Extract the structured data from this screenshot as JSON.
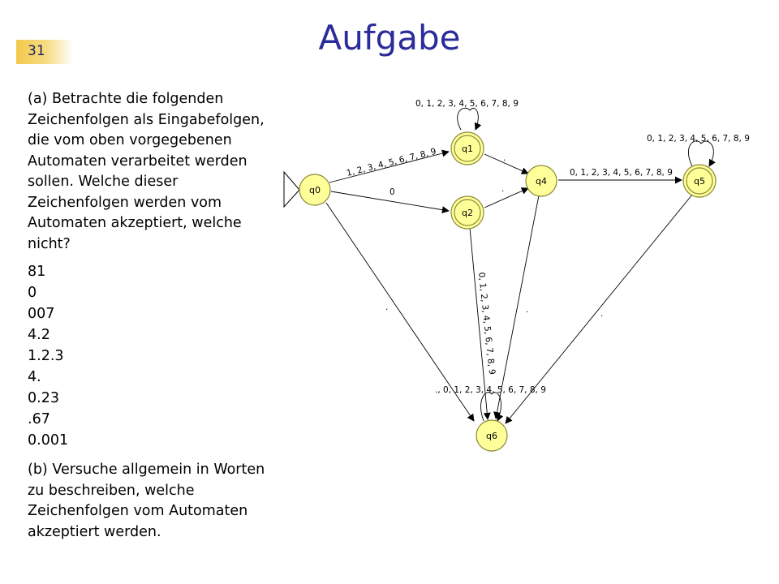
{
  "slide": {
    "number": "31",
    "title": "Aufgabe"
  },
  "task": {
    "part_a": "(a) Betrachte die folgenden Zeichenfolgen als Eingabefolgen, die vom oben vorgegebenen Automaten verarbeitet werden sollen. Welche dieser Zeichenfolgen werden vom Automaten akzeptiert, welche nicht?",
    "strings": [
      "81",
      "0",
      "007",
      "4.2",
      "1.2.3",
      "4.",
      "0.23",
      ".67",
      "0.001"
    ],
    "part_b": "(b) Versuche allgemein in Worten zu beschreiben, welche Zeichenfolgen vom Automaten akzeptiert werden."
  },
  "automaton": {
    "states": [
      "q0",
      "q1",
      "q2",
      "q4",
      "q5",
      "q6"
    ],
    "start_state": "q0",
    "accepting_states": [
      "q1",
      "q2",
      "q5"
    ],
    "state_fill": "#ffff99",
    "state_stroke": "#8a8a3a",
    "transitions": [
      {
        "from": "q0",
        "to": "q1",
        "label": "1, 2, 3, 4, 5, 6, 7, 8, 9"
      },
      {
        "from": "q0",
        "to": "q2",
        "label": "0"
      },
      {
        "from": "q0",
        "to": "q6",
        "label": "."
      },
      {
        "from": "q1",
        "to": "q1",
        "label": "0, 1, 2, 3, 4, 5, 6, 7, 8, 9"
      },
      {
        "from": "q1",
        "to": "q4",
        "label": "."
      },
      {
        "from": "q2",
        "to": "q4",
        "label": "."
      },
      {
        "from": "q2",
        "to": "q6",
        "label": "0, 1, 2, 3, 4, 5, 6, 7, 8, 9"
      },
      {
        "from": "q4",
        "to": "q5",
        "label": "0, 1, 2, 3, 4, 5, 6, 7, 8, 9"
      },
      {
        "from": "q4",
        "to": "q6",
        "label": "."
      },
      {
        "from": "q5",
        "to": "q5",
        "label": "0, 1, 2, 3, 4, 5, 6, 7, 8, 9"
      },
      {
        "from": "q5",
        "to": "q6",
        "label": "."
      },
      {
        "from": "q6",
        "to": "q6",
        "label": "., 0, 1, 2, 3, 4, 5, 6, 7, 8, 9"
      }
    ]
  }
}
